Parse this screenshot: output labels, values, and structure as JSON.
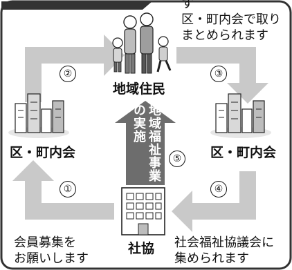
{
  "diagram": {
    "nodes": {
      "residents": "地域住民",
      "council_left": "区・町内会",
      "council_right": "区・町内会",
      "shakyo": "社協"
    },
    "steps": {
      "s1": "①",
      "s2": "②",
      "s3": "③",
      "s4": "④",
      "s5": "⑤"
    },
    "notes": {
      "top_right": [
        "す",
        "区・町内会で取り",
        "まとめられます"
      ],
      "bottom_left": [
        "会員募集を",
        "お願いします"
      ],
      "bottom_right": [
        "社会福祉協議会に",
        "集められます"
      ]
    },
    "project_arrow": {
      "line1": "地域福祉事業",
      "line2": "の実施"
    }
  },
  "colors": {
    "arrow_fill": "#c9c9c9",
    "dark_arrow_fill": "#6d6d6d",
    "border": "#333333",
    "header_bar": "#333333"
  }
}
